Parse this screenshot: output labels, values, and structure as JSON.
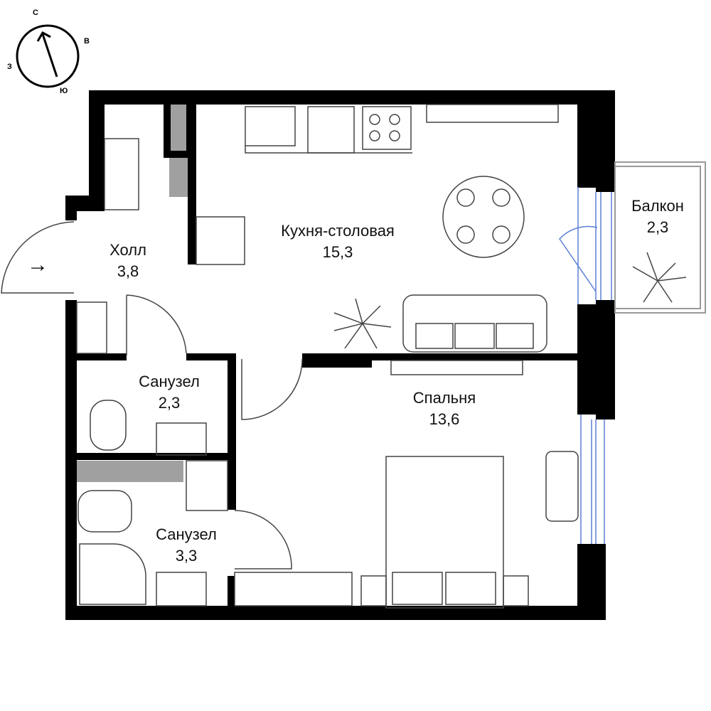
{
  "compass": {
    "north": "С",
    "east": "В",
    "south": "Ю",
    "west": "З"
  },
  "rooms": [
    {
      "name": "Холл",
      "area": "3,8"
    },
    {
      "name": "Кухня-столовая",
      "area": "15,3"
    },
    {
      "name": "Балкон",
      "area": "2,3"
    },
    {
      "name": "Санузел",
      "area": "2,3"
    },
    {
      "name": "Спальня",
      "area": "13,6"
    },
    {
      "name": "Санузел",
      "area": "3,3"
    }
  ],
  "colors": {
    "wall": "#000000",
    "window": "#5b7fd6",
    "furniture": "#444444",
    "partition": "#a0a0a0"
  }
}
